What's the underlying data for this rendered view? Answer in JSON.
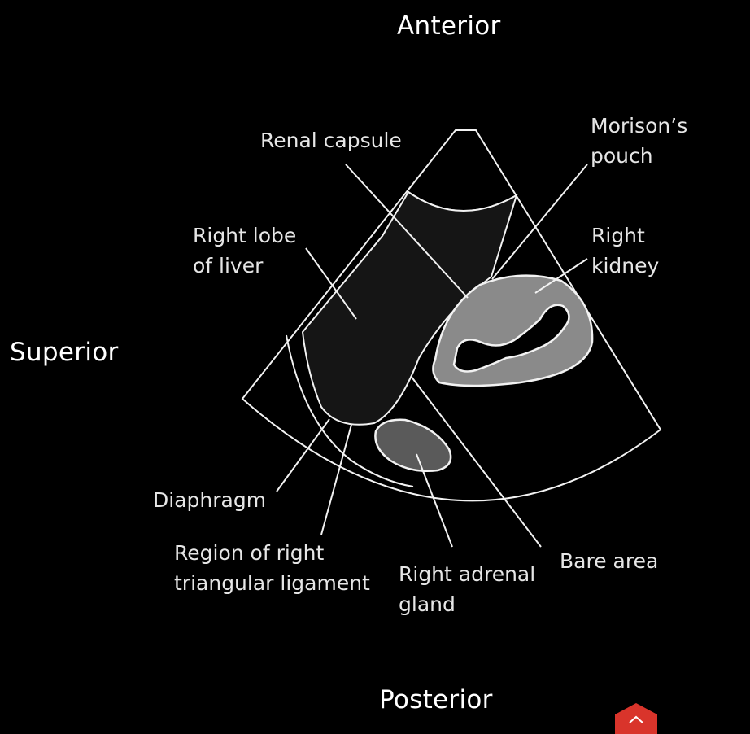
{
  "orientation": {
    "anterior": "Anterior",
    "superior": "Superior",
    "posterior": "Posterior"
  },
  "labels": {
    "renal_capsule": "Renal capsule",
    "morisons_pouch": [
      "Morison’s",
      "pouch"
    ],
    "right_lobe_of_liver": [
      "Right lobe",
      "of liver"
    ],
    "right_kidney": [
      "Right",
      "kidney"
    ],
    "diaphragm": "Diaphragm",
    "triangular_ligament": [
      "Region of right",
      "triangular ligament"
    ],
    "right_adrenal_gland": [
      "Right adrenal",
      "gland"
    ],
    "bare_area": "Bare area"
  },
  "colors": {
    "background": "#000000",
    "outline": "#f2f2f2",
    "liver_fill": "#151515",
    "kidney_cortex": "#8a8a8a",
    "adrenal_fill": "#5a5a5a",
    "corner_logo": "#d9342b"
  },
  "icons": {
    "corner": "red-logo-icon"
  }
}
